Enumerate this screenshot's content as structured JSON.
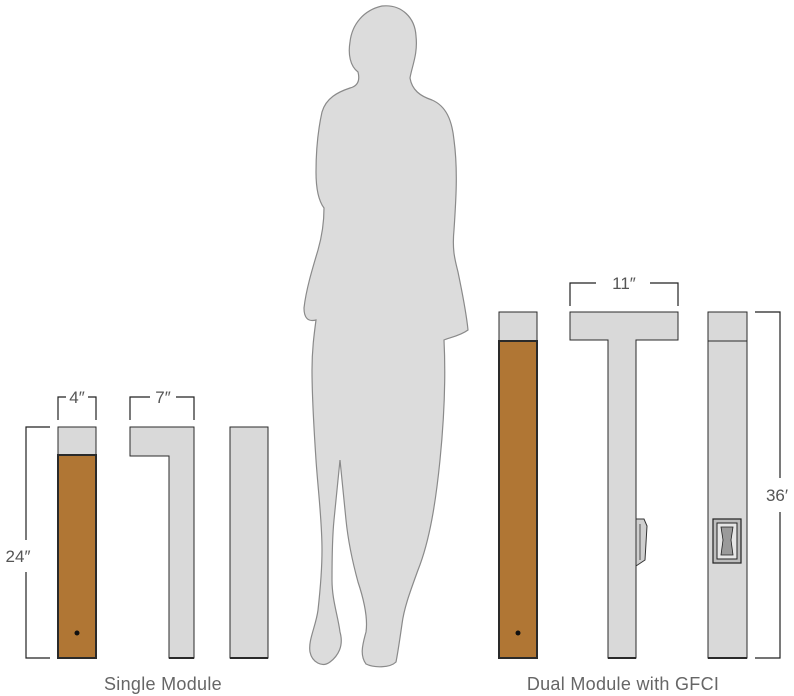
{
  "dimensions": {
    "single_width": "4″",
    "single_top": "7″",
    "single_height": "24″",
    "dual_top": "11″",
    "dual_height": "36′"
  },
  "captions": {
    "single": "Single Module",
    "dual": "Dual Module with GFCI"
  },
  "colors": {
    "cap": "#d9d9d9",
    "wood": "#b07634",
    "outline": "#2a2a2a",
    "person": "#dcdcdc",
    "dimension_line": "#222222"
  },
  "icons": {
    "person": "human-silhouette-icon",
    "outlet": "gfci-outlet-icon"
  }
}
